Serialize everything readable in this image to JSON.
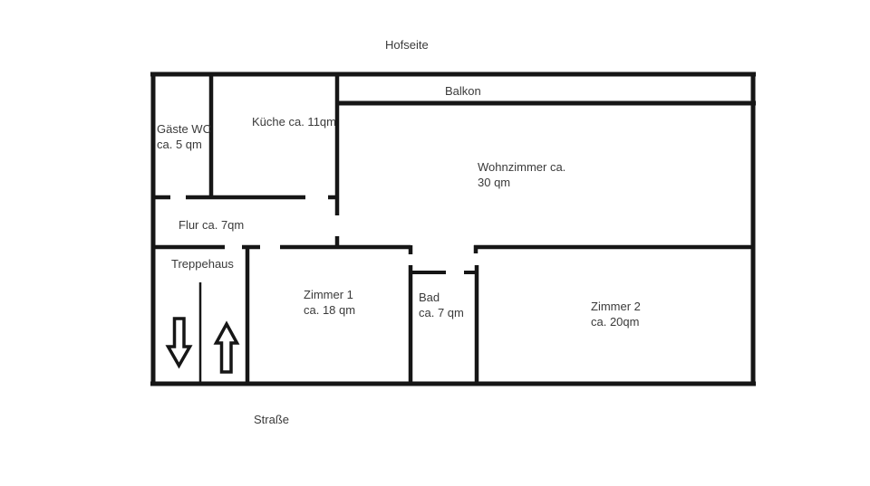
{
  "meta": {
    "type": "floor-plan",
    "background": "#ffffff"
  },
  "colors": {
    "wall": "#161616",
    "text": "#3a3a3a"
  },
  "orientation": {
    "top_label": "Hofseite",
    "bottom_label": "Straße"
  },
  "rooms": {
    "balkon": {
      "name": "Balkon"
    },
    "gaeste_wc": {
      "name": "Gäste WC",
      "area": "ca. 5 qm"
    },
    "kueche": {
      "name": "Küche ca. 11qm"
    },
    "wohnzimmer": {
      "name": "Wohnzimmer ca.",
      "area": "30 qm"
    },
    "flur": {
      "name": "Flur ca. 7qm"
    },
    "treppenhaus": {
      "name": "Treppehaus"
    },
    "zimmer1": {
      "name": "Zimmer 1",
      "area": "ca. 18 qm"
    },
    "bad": {
      "name": "Bad",
      "area": "ca. 7 qm"
    },
    "zimmer2": {
      "name": "Zimmer 2",
      "area": "ca. 20qm"
    }
  },
  "icons": {
    "stairs_down": "arrow-down-icon",
    "stairs_up": "arrow-up-icon"
  }
}
